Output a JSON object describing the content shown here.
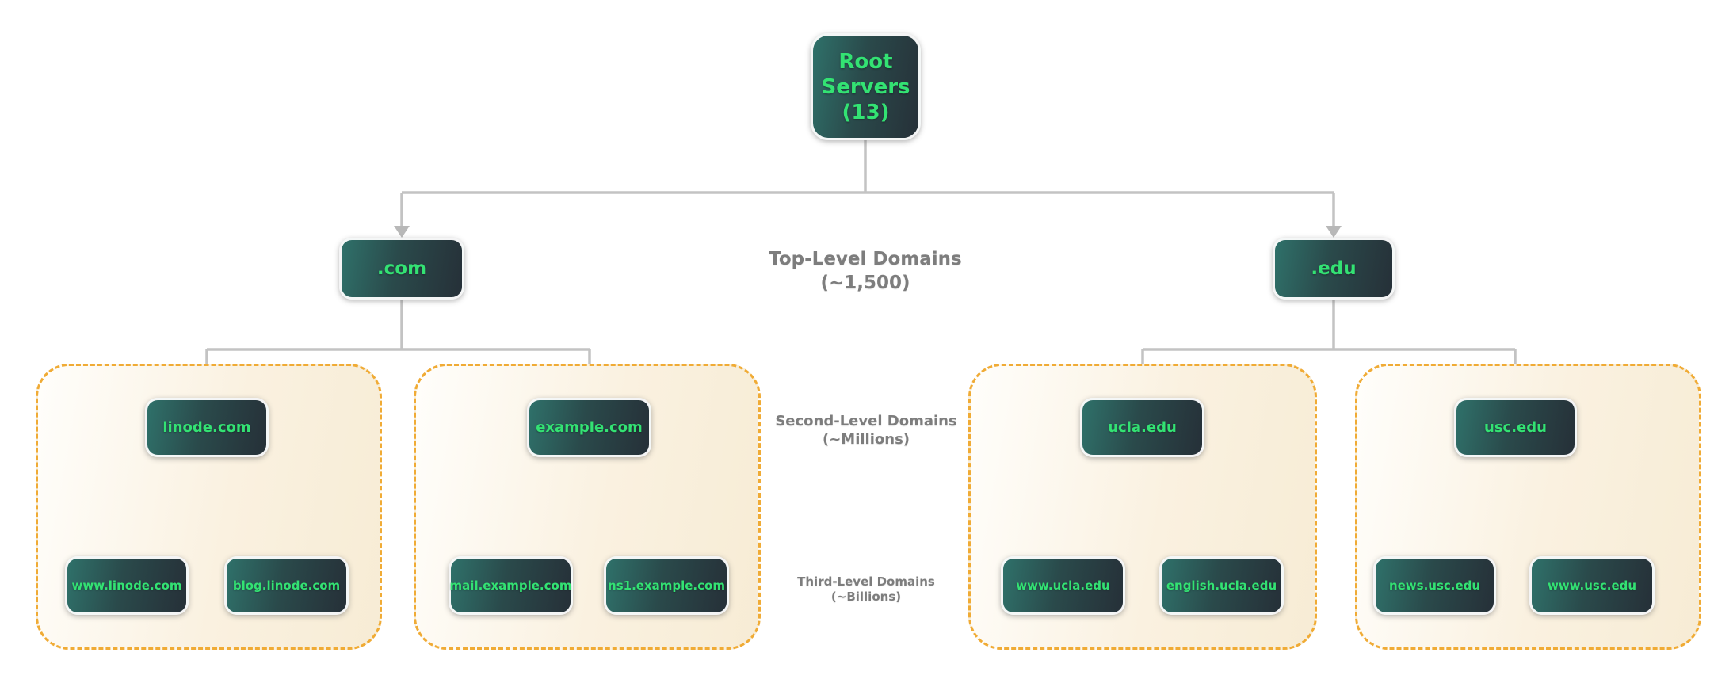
{
  "diagram": {
    "title_implicit": "DNS hierarchy",
    "root": {
      "label": "Root Servers (13)"
    },
    "tlds": [
      {
        "label": ".com"
      },
      {
        "label": ".edu"
      }
    ],
    "level_labels": {
      "tld": {
        "title": "Top-Level Domains",
        "count": "(~1,500)"
      },
      "sld": {
        "title": "Second-Level Domains",
        "count": "(~Millions)"
      },
      "third": {
        "title": "Third-Level Domains",
        "count": "(~Billions)"
      }
    },
    "groups": [
      {
        "sld": "linode.com",
        "children": [
          "www.linode.com",
          "blog.linode.com"
        ]
      },
      {
        "sld": "example.com",
        "children": [
          "mail.example.com",
          "ns1.example.com"
        ]
      },
      {
        "sld": "ucla.edu",
        "children": [
          "www.ucla.edu",
          "english.ucla.edu"
        ]
      },
      {
        "sld": "usc.edu",
        "children": [
          "news.usc.edu",
          "www.usc.edu"
        ]
      }
    ],
    "colors": {
      "node_gradient_start": "#2f716a",
      "node_gradient_end": "#263038",
      "node_text_green": "#33e273",
      "connector_gray": "#c3c3c3",
      "arrowhead_gray": "#b8b8b8",
      "group_dash_gold": "#f0ab35",
      "group_bg_cream": "#f7ecd5",
      "label_gray": "#7d7d7d"
    }
  }
}
